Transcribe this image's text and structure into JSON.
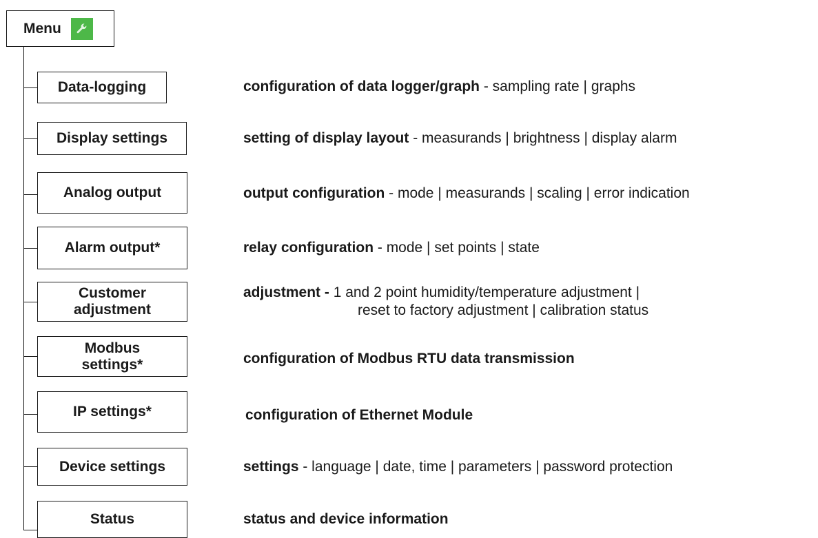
{
  "menu": {
    "label": "Menu",
    "icon": "wrench-icon",
    "icon_bg": "#4db848"
  },
  "items": [
    {
      "label": "Data-logging",
      "desc_bold": "configuration of data logger/graph",
      "desc_rest": " - sampling rate | graphs"
    },
    {
      "label": "Display settings",
      "desc_bold": "setting of display layout",
      "desc_rest": " - measurands | brightness | display alarm"
    },
    {
      "label": "Analog output",
      "desc_bold": "output configuration",
      "desc_rest": " - mode | measurands | scaling | error indication"
    },
    {
      "label": "Alarm output*",
      "desc_bold": "relay configuration",
      "desc_rest": " - mode | set points | state"
    },
    {
      "label_line1": "Customer",
      "label_line2": "adjustment",
      "desc_bold": "adjustment - ",
      "desc_rest": "1 and 2 point humidity/temperature adjustment |",
      "desc_line2": "reset to factory adjustment | calibration status"
    },
    {
      "label_line1": "Modbus",
      "label_line2": "settings*",
      "desc_bold": "configuration of Modbus RTU data transmission",
      "desc_rest": ""
    },
    {
      "label": "IP settings*",
      "desc_bold": "configuration of Ethernet Module",
      "desc_rest": ""
    },
    {
      "label": "Device settings",
      "desc_bold": "settings",
      "desc_rest": " - language | date, time | parameters | password protection"
    },
    {
      "label": "Status",
      "desc_bold": "status and device information",
      "desc_rest": ""
    }
  ]
}
